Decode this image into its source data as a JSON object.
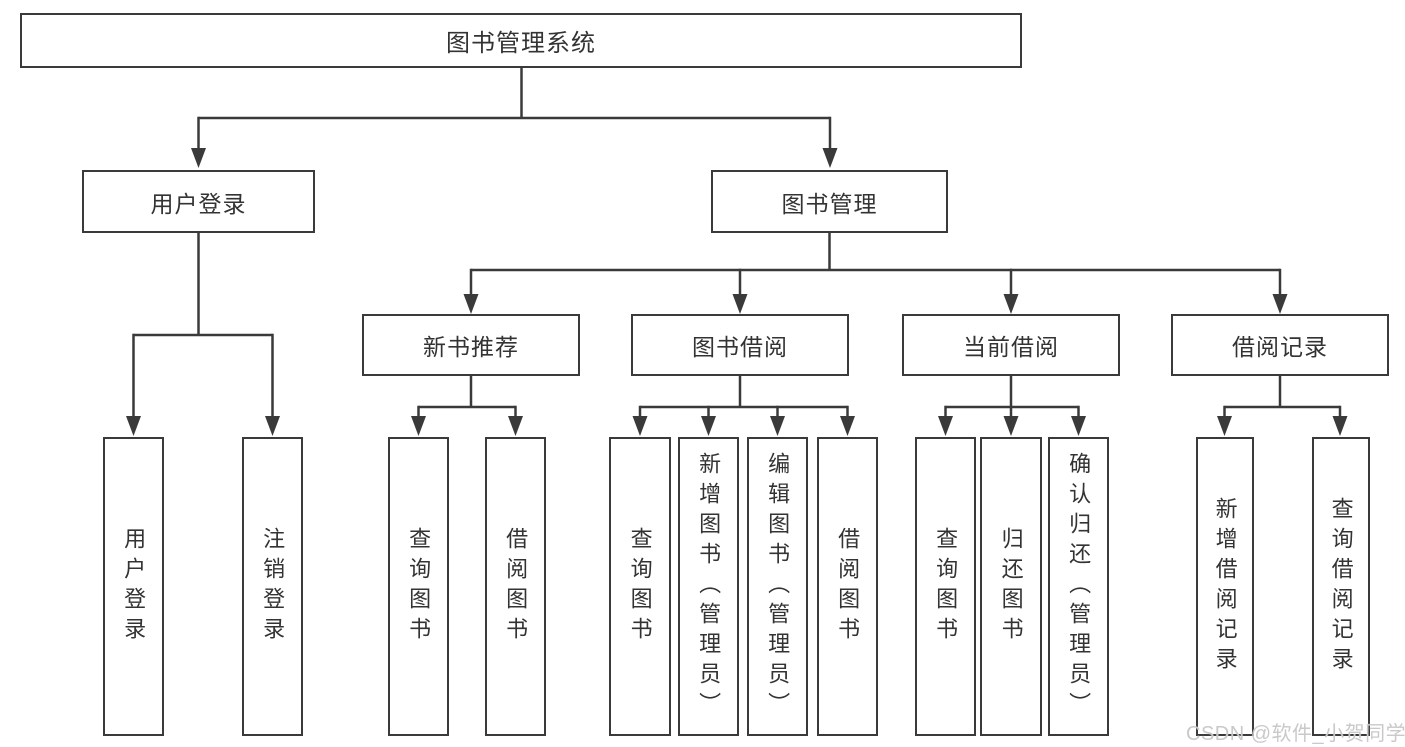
{
  "colors": {
    "line": "#3a3a3a",
    "text": "#333333",
    "box_background": "#ffffff",
    "page_background": "#ffffff",
    "watermark": "#c6c6c6"
  },
  "tree": {
    "label": "图书管理系统",
    "children": [
      {
        "label": "用户登录",
        "children": [
          {
            "label": "用户登录"
          },
          {
            "label": "注销登录"
          }
        ]
      },
      {
        "label": "图书管理",
        "children": [
          {
            "label": "新书推荐",
            "children": [
              {
                "label": "查询图书"
              },
              {
                "label": "借阅图书"
              }
            ]
          },
          {
            "label": "图书借阅",
            "children": [
              {
                "label": "查询图书"
              },
              {
                "label": "新增图书（管理员）"
              },
              {
                "label": "编辑图书（管理员）"
              },
              {
                "label": "借阅图书"
              }
            ]
          },
          {
            "label": "当前借阅",
            "children": [
              {
                "label": "查询图书"
              },
              {
                "label": "归还图书"
              },
              {
                "label": "确认归还（管理员）"
              }
            ]
          },
          {
            "label": "借阅记录",
            "children": [
              {
                "label": "新增借阅记录"
              },
              {
                "label": "查询借阅记录"
              }
            ]
          }
        ]
      }
    ]
  },
  "watermark": {
    "text": "CSDN @软件_小贺同学"
  }
}
